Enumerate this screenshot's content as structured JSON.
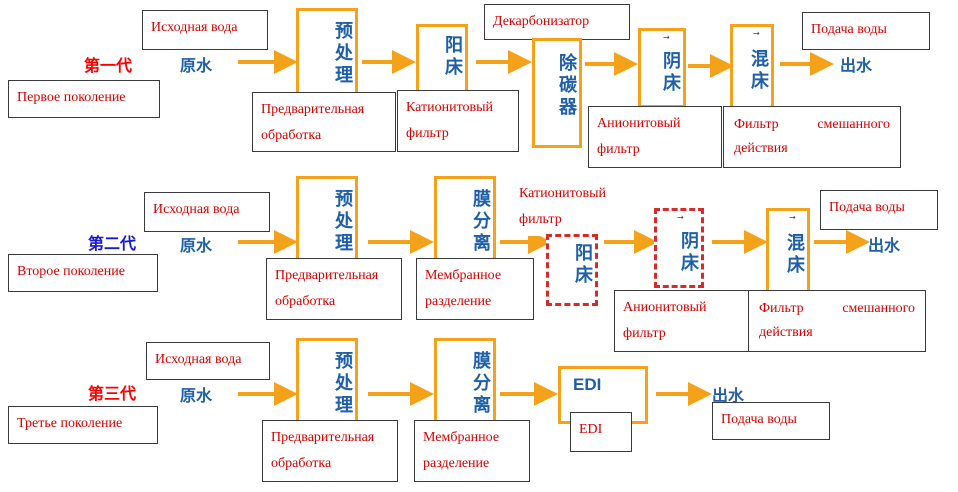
{
  "gen1": {
    "label": "第一代",
    "label_color": "#ff0000",
    "desc": "Первое поколение",
    "raw_label": "Исходная вода",
    "raw_cn": "原水",
    "pre_cn": "预处理",
    "pre_label": "Предварительная обработка",
    "cation_cn": "阳床",
    "cation_label": "Катионитовый фильтр",
    "decarb_cn": "除碳器",
    "decarb_label": "Декарбонизатор",
    "anion_cn": "阴床",
    "anion_label": "Анионитовый фильтр",
    "mixed_cn": "混床",
    "mixed_label": "Фильтр смешанного действия",
    "out_label": "Подача воды",
    "out_cn": "出水"
  },
  "gen2": {
    "label": "第二代",
    "label_color": "#1a1ad6",
    "desc": "Второе поколение",
    "raw_label": "Исходная вода",
    "raw_cn": "原水",
    "pre_cn": "预处理",
    "pre_label": "Предварительная обработка",
    "membrane_cn": "膜分离",
    "membrane_label": "Мембранное разделение",
    "cation_cn": "阳床",
    "cation_label": "Катионитовый фильтр",
    "anion_cn": "阴床",
    "anion_label": "Анионитовый фильтр",
    "mixed_cn": "混床",
    "mixed_label": "Фильтр смешанного действия",
    "out_label": "Подача воды",
    "out_cn": "出水"
  },
  "gen3": {
    "label": "第三代",
    "label_color": "#ff0000",
    "desc": "Третье поколение",
    "raw_label": "Исходная вода",
    "raw_cn": "原水",
    "pre_cn": "预处理",
    "pre_label": "Предварительная обработка",
    "membrane_cn": "膜分离",
    "membrane_label": "Мембранное разделение",
    "edi_title": "EDI",
    "edi_label": "EDI",
    "out_cn": "出水",
    "out_label": "Подача воды"
  },
  "colors": {
    "box_border": "#f5a21b",
    "arrow": "#f5a21b",
    "dashed": "#d92a2a",
    "chinese_text": "#1f5fa8",
    "label_text": "#d40000"
  }
}
